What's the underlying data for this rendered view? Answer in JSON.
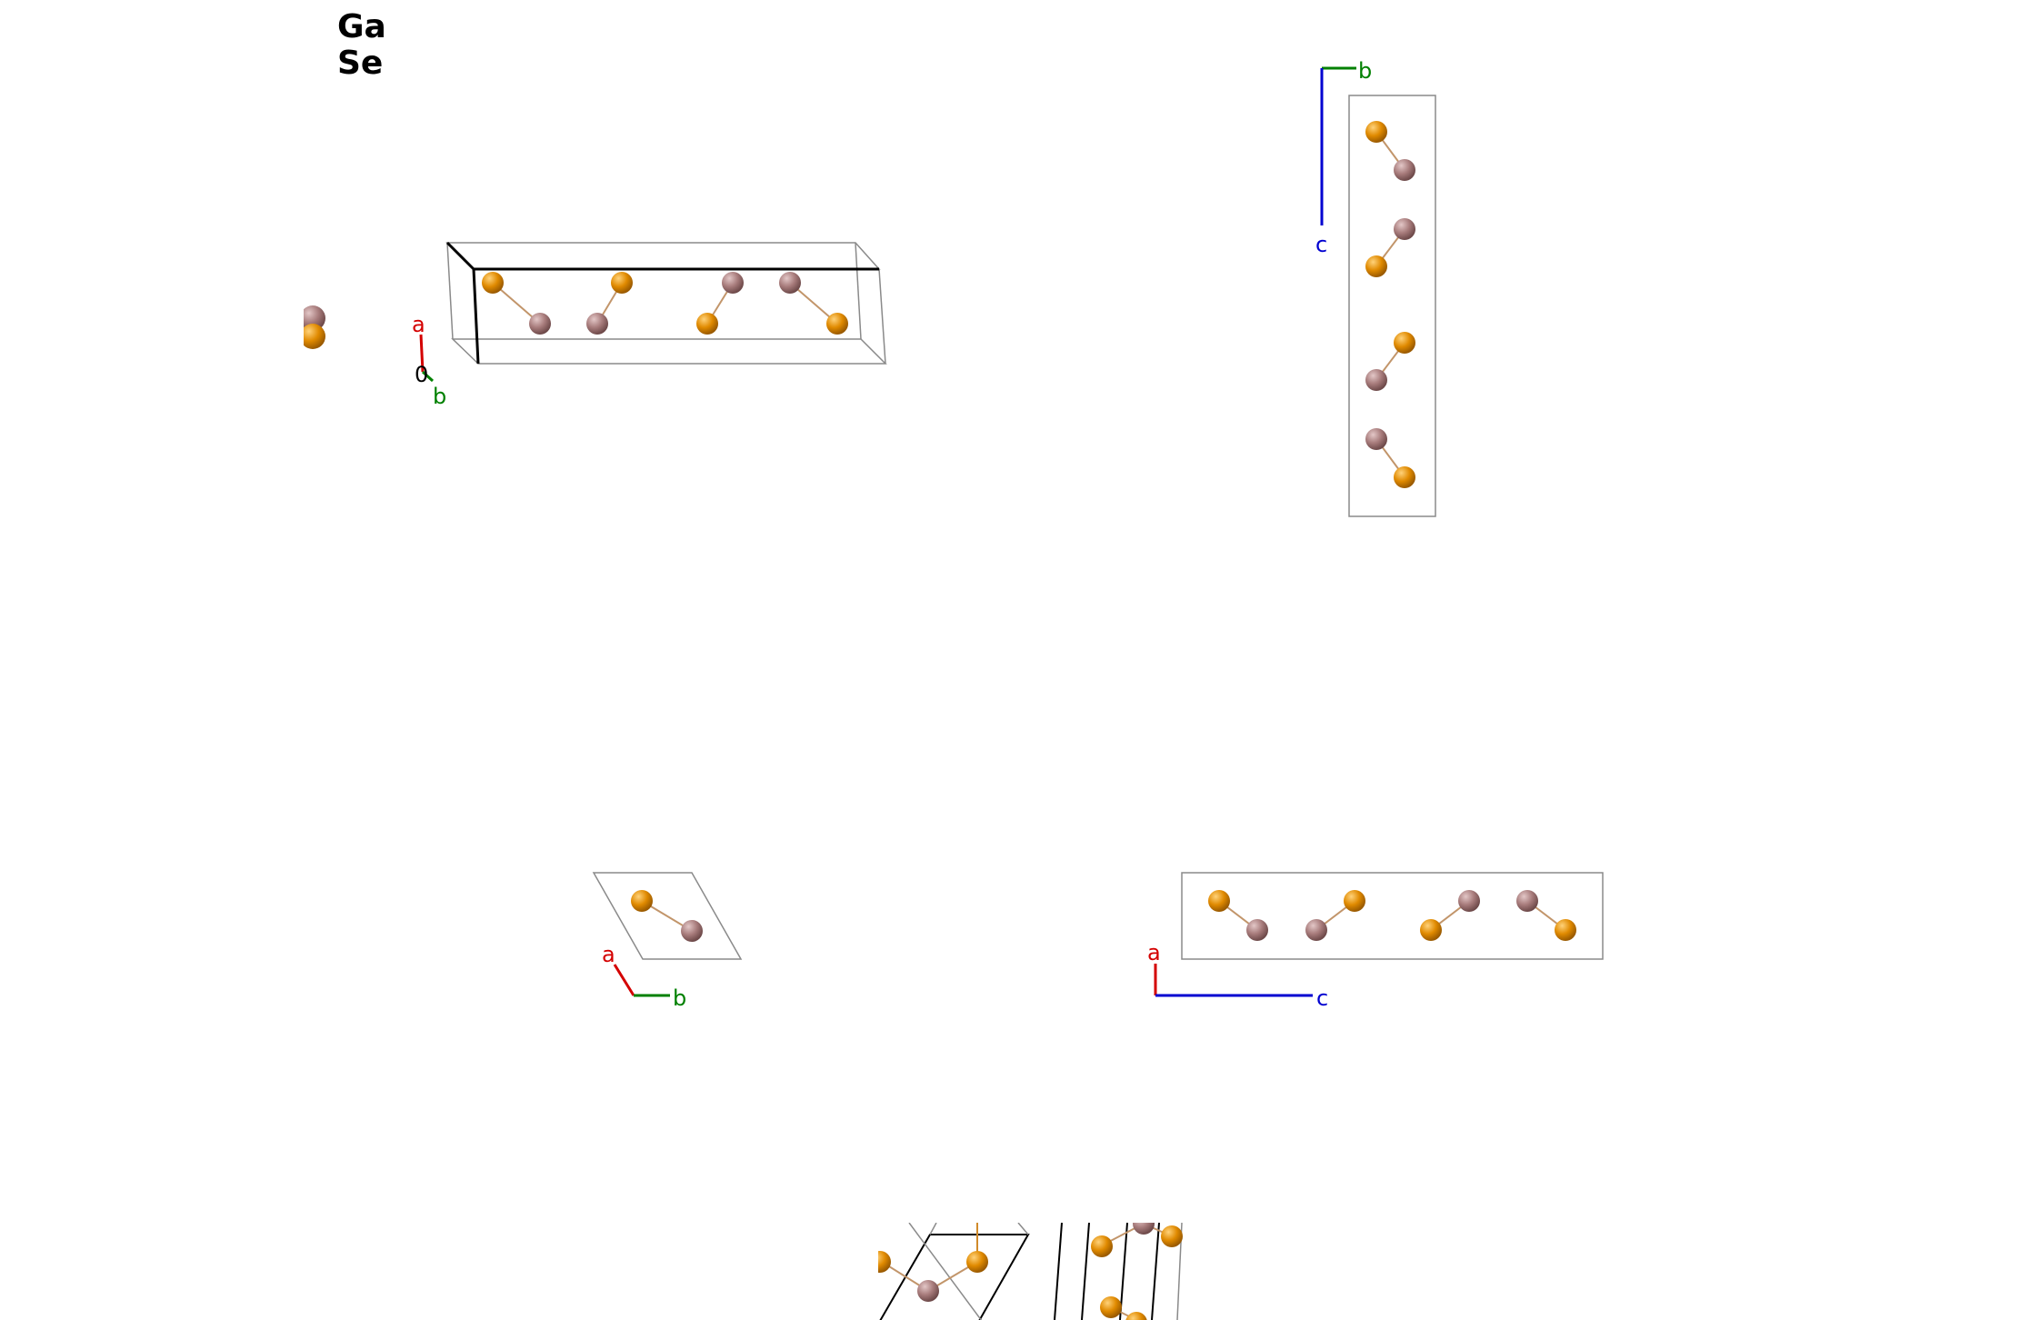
{
  "legend": {
    "elements": [
      {
        "symbol": "Ga",
        "color": "#e08a00"
      },
      {
        "symbol": "Se",
        "color": "#a77b7b"
      }
    ]
  },
  "axes": {
    "a": {
      "label": "a",
      "color": "#d40000"
    },
    "b": {
      "label": "b",
      "color": "#008000"
    },
    "c": {
      "label": "c",
      "color": "#0000d0"
    },
    "origin": {
      "label": "0",
      "color": "#000000"
    }
  },
  "colors": {
    "ga": "#e08a00",
    "se": "#a77b7b",
    "bond_ga": "#d08a2a",
    "bond_se": "#a77b7b",
    "cell_thin": "#8a8a8a",
    "cell_bold": "#000000"
  }
}
